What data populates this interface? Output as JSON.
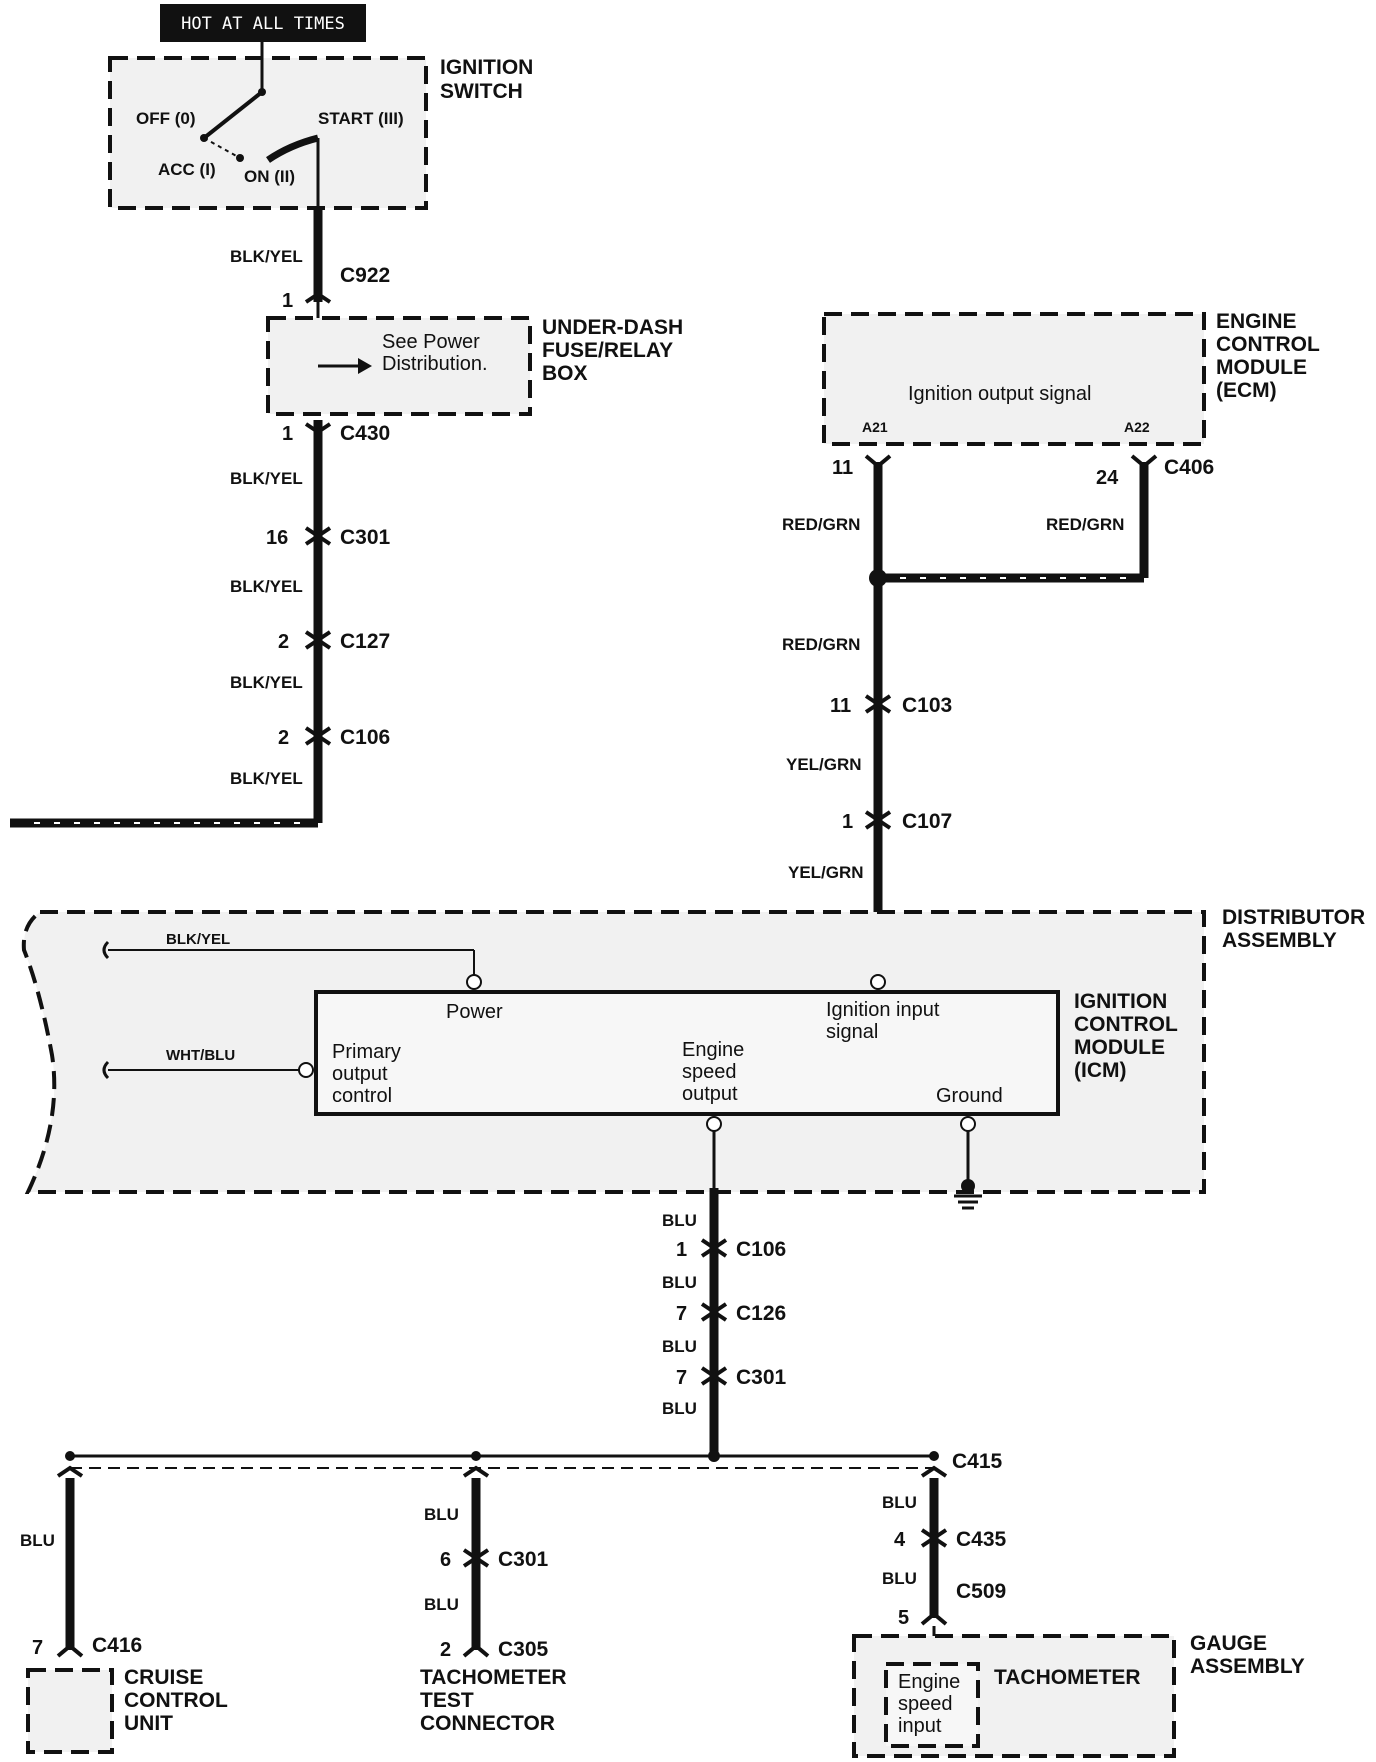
{
  "header": {
    "banner": "HOT AT ALL TIMES"
  },
  "components": {
    "ignition_switch": {
      "title_lines": [
        "IGNITION",
        "SWITCH"
      ],
      "positions": {
        "off": "OFF (0)",
        "acc": "ACC (I)",
        "on": "ON (II)",
        "start": "START (III)"
      }
    },
    "fuse_box": {
      "title_lines": [
        "UNDER-DASH",
        "FUSE/RELAY",
        "BOX"
      ],
      "note_lines": [
        "See Power",
        "Distribution."
      ]
    },
    "ecm": {
      "title_lines": [
        "ENGINE",
        "CONTROL",
        "MODULE",
        "(ECM)"
      ],
      "signal": "Ignition output signal",
      "pins": [
        "A21",
        "A22"
      ]
    },
    "distributor": {
      "title_lines": [
        "DISTRIBUTOR",
        "ASSEMBLY"
      ]
    },
    "icm": {
      "title_lines": [
        "IGNITION",
        "CONTROL",
        "MODULE",
        "(ICM)"
      ],
      "power": "Power",
      "ignition_input_lines": [
        "Ignition input",
        "signal"
      ],
      "primary_output_lines": [
        "Primary",
        "output",
        "control"
      ],
      "engine_speed_lines": [
        "Engine",
        "speed",
        "output"
      ],
      "ground": "Ground"
    },
    "cruise": {
      "title_lines": [
        "CRUISE",
        "CONTROL",
        "UNIT"
      ]
    },
    "tach_test": {
      "title_lines": [
        "TACHOMETER",
        "TEST",
        "CONNECTOR"
      ]
    },
    "gauge": {
      "title_lines": [
        "GAUGE",
        "ASSEMBLY"
      ],
      "tachometer": "TACHOMETER",
      "input_lines": [
        "Engine",
        "speed",
        "input"
      ]
    }
  },
  "wires": {
    "blk_yel": "BLK/YEL",
    "red_grn": "RED/GRN",
    "yel_grn": "YEL/GRN",
    "blu": "BLU",
    "wht_blu": "WHT/BLU"
  },
  "connectors": {
    "c922": {
      "id": "C922",
      "pin": "1"
    },
    "c430": {
      "id": "C430",
      "pin": "1"
    },
    "c301_left": {
      "id": "C301",
      "pin": "16"
    },
    "c127": {
      "id": "C127",
      "pin": "2"
    },
    "c106_left": {
      "id": "C106",
      "pin": "2"
    },
    "c406": {
      "id": "C406",
      "pin_left": "11",
      "pin_right": "24"
    },
    "c103": {
      "id": "C103",
      "pin": "11"
    },
    "c107": {
      "id": "C107",
      "pin": "1"
    },
    "c106_mid": {
      "id": "C106",
      "pin": "1"
    },
    "c126": {
      "id": "C126",
      "pin": "7"
    },
    "c301_mid": {
      "id": "C301",
      "pin": "7"
    },
    "c415": {
      "id": "C415"
    },
    "c416": {
      "id": "C416",
      "pin": "7"
    },
    "c301_tach": {
      "id": "C301",
      "pin": "6"
    },
    "c305": {
      "id": "C305",
      "pin": "2"
    },
    "c435": {
      "id": "C435",
      "pin": "4"
    },
    "c509": {
      "id": "C509",
      "pin": "5"
    }
  }
}
